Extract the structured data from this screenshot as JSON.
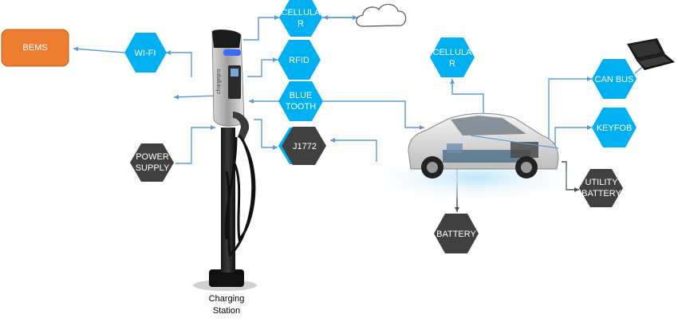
{
  "colors": {
    "hex_blue": "#00b0f0",
    "hex_gray": "#404040",
    "bems_orange": "#ed7d31",
    "connector_blue": "#5b9bd5",
    "connector_gray": "#4d4d4d"
  },
  "nodes": {
    "bems": "BEMS",
    "wifi": "WI-FI",
    "cellular_top_l1": "CELLULA",
    "cellular_top_l2": "R",
    "rfid": "RFID",
    "bluetooth_l1": "BLUE",
    "bluetooth_l2": "TOOTH",
    "j1772": "J1772",
    "power_supply_l1": "POWER",
    "power_supply_l2": "SUPPLY",
    "cellular_car_l1": "CELLULA",
    "cellular_car_l2": "R",
    "can_bus": "CAN BUS",
    "keyfob": "KEYFOB",
    "utility_battery_l1": "UTILITY",
    "utility_battery_l2": "BATTERY",
    "battery": "BATTERY"
  },
  "captions": {
    "charging_station_l1": "Charging",
    "charging_station_l2": "Station"
  },
  "icons": [
    "cloud-icon",
    "laptop-icon",
    "charging-station-image",
    "electric-car-image"
  ],
  "station_brand": "chargepro"
}
